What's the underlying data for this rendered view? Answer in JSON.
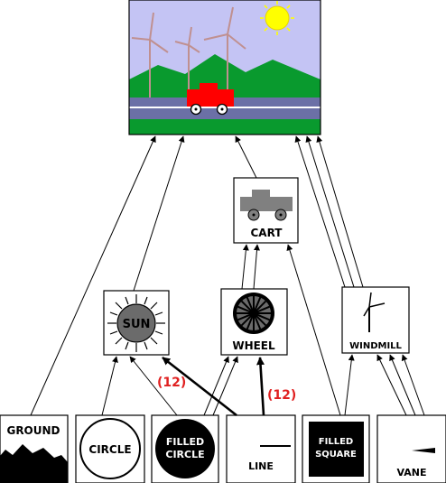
{
  "diagram": {
    "nodes": {
      "scene": {
        "label": ""
      },
      "cart": {
        "label": "CART"
      },
      "sun": {
        "label": "SUN"
      },
      "wheel": {
        "label": "WHEEL"
      },
      "windmill": {
        "label": "WINDMILL"
      },
      "ground": {
        "label": "GROUND"
      },
      "circle": {
        "label": "CIRCLE"
      },
      "filled_circle": {
        "label_line1": "FILLED",
        "label_line2": "CIRCLE"
      },
      "line": {
        "label": "LINE"
      },
      "filled_square": {
        "label_line1": "FILLED",
        "label_line2": "SQUARE"
      },
      "vane": {
        "label": "VANE"
      }
    },
    "edge_labels": {
      "line_to_sun": "(12)",
      "line_to_wheel": "(12)"
    },
    "colors": {
      "sky": "#c4c4f4",
      "grass": "#099a2e",
      "road": "#6b70a6",
      "cart_red": "#ff0000",
      "sun_yellow": "#ffff00",
      "windmill_gray": "#c09090",
      "count_label": "#e02020"
    }
  }
}
